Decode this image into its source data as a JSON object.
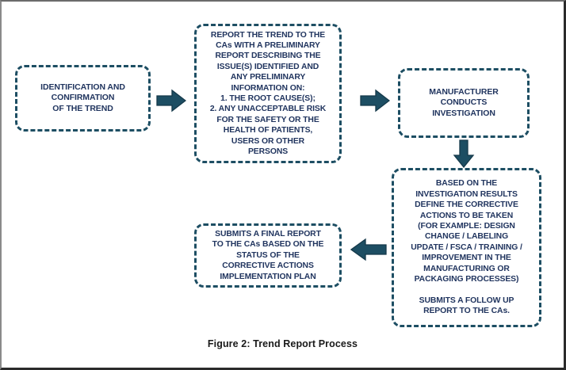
{
  "figure": {
    "caption": "Figure 2: Trend Report Process",
    "colors": {
      "box_border": "#1d4e63",
      "text": "#21355f",
      "arrow_fill": "#1d4e63",
      "arrow_stroke": "#15394a",
      "background": "#ffffff",
      "frame": "#2b2b2b"
    }
  },
  "nodes": [
    {
      "id": "identification",
      "name": "identification-and-confirmation-box",
      "text": "IDENTIFICATION AND\nCONFIRMATION\nOF THE TREND"
    },
    {
      "id": "report_trend",
      "name": "report-trend-to-cas-box",
      "text": "REPORT THE TREND TO THE\nCAs WITH A PRELIMINARY\nREPORT DESCRIBING THE\nISSUE(S) IDENTIFIED AND\nANY PRELIMINARY\nINFORMATION ON:\n1. THE ROOT CAUSE(S);\n2. ANY UNACCEPTABLE RISK\nFOR THE SAFETY OR THE\nHEALTH OF PATIENTS,\nUSERS OR OTHER\nPERSONS"
    },
    {
      "id": "investigation",
      "name": "manufacturer-conducts-investigation-box",
      "text": "MANUFACTURER\nCONDUCTS\nINVESTIGATION"
    },
    {
      "id": "corrective_actions",
      "name": "define-corrective-actions-box",
      "text": "BASED ON THE\nINVESTIGATION RESULTS\nDEFINE THE CORRECTIVE\nACTIONS TO BE TAKEN\n(FOR EXAMPLE: DESIGN\nCHANGE / LABELING\nUPDATE / FSCA / TRAINING /\nIMPROVEMENT IN THE\nMANUFACTURING OR\nPACKAGING PROCESSES)\n\nSUBMITS A FOLLOW UP\nREPORT TO THE CAs."
    },
    {
      "id": "final_report",
      "name": "submits-final-report-box",
      "text": "SUBMITS A FINAL REPORT\nTO THE CAs BASED ON THE\nSTATUS OF THE\nCORRECTIVE ACTIONS\nIMPLEMENTATION PLAN"
    }
  ],
  "arrows": [
    {
      "id": "arrow_1",
      "name": "arrow-right-identification-to-report",
      "direction": "right",
      "from": "identification",
      "to": "report_trend"
    },
    {
      "id": "arrow_2",
      "name": "arrow-right-report-to-investigation",
      "direction": "right",
      "from": "report_trend",
      "to": "investigation"
    },
    {
      "id": "arrow_3",
      "name": "arrow-down-investigation-to-corrective",
      "direction": "down",
      "from": "investigation",
      "to": "corrective_actions"
    },
    {
      "id": "arrow_4",
      "name": "arrow-left-corrective-to-final-report",
      "direction": "left",
      "from": "corrective_actions",
      "to": "final_report"
    }
  ]
}
